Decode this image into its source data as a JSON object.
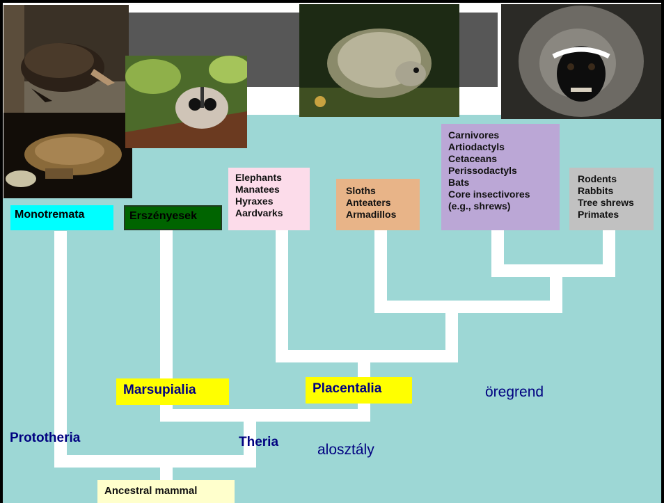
{
  "boxes": {
    "afrotheria": "Elephants\nManatees\nHyraxes\nAardvarks",
    "xenarthra": "Sloths\nAnteaters\nArmadillos",
    "laurasiatheria": "Carnivores\nArtiodactyls\nCetaceans\nPerissodactyls\nBats\nCore insectivores\n(e.g., shrews)",
    "euarchontoglires": "Rodents\nRabbits\nTree shrews\nPrimates"
  },
  "labels": {
    "monotremata": "Monotremata",
    "erszenyesek": "Erszényesek",
    "marsupialia": "Marsupialia",
    "placentalia": "Placentalia",
    "prototheria": "Prototheria",
    "theria": "Theria",
    "oregrend": "öregrend",
    "alosztaly": "alosztály",
    "ancestral": "Ancestral mammal"
  },
  "colors": {
    "background": "#9dd7d5",
    "highlight": "#ffff00",
    "navy_text": "#000080",
    "monotremata_box": "#00ffff",
    "erszenyesek_box": "#006400"
  }
}
